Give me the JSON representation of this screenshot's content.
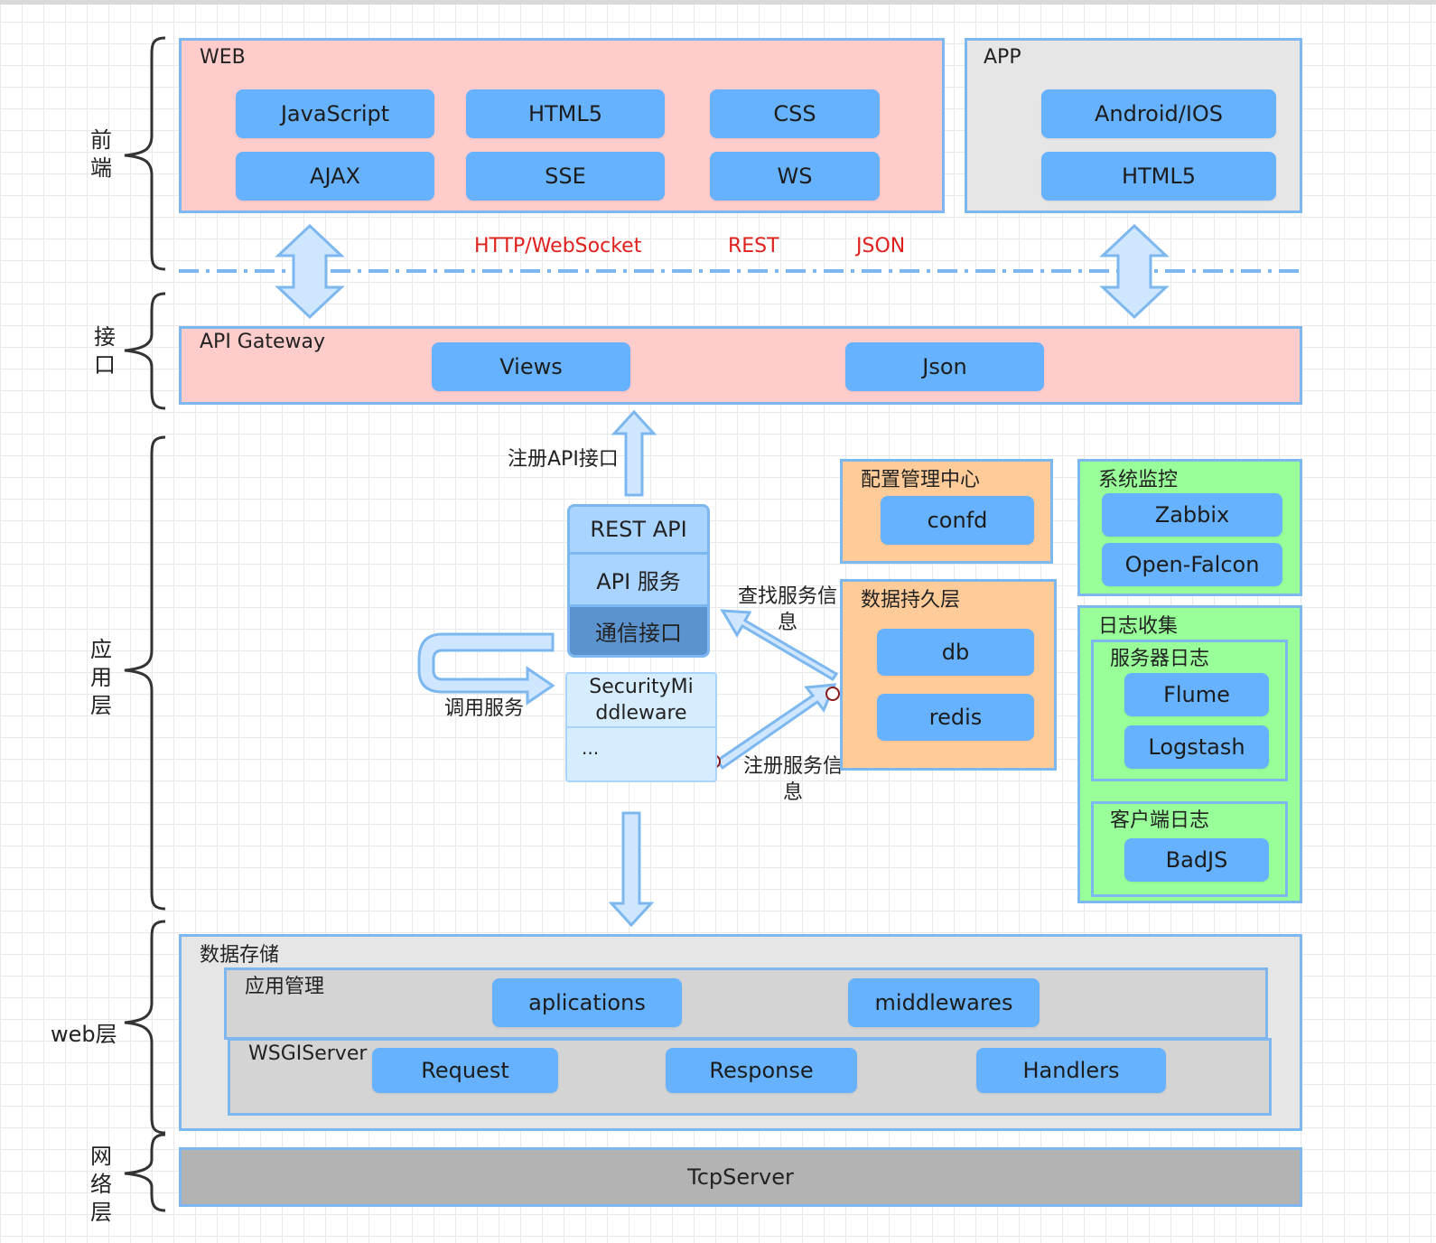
{
  "side_labels": {
    "frontend": "前\n端",
    "interface": "接\n口",
    "application": "应\n用\n层",
    "web": "web层",
    "network": "网\n络\n层"
  },
  "web_panel": {
    "title": "WEB",
    "chips": [
      "JavaScript",
      "HTML5",
      "CSS",
      "AJAX",
      "SSE",
      "WS"
    ]
  },
  "app_panel": {
    "title": "APP",
    "chips": [
      "Android/IOS",
      "HTML5"
    ]
  },
  "protocols": [
    "HTTP/WebSocket",
    "REST",
    "JSON"
  ],
  "gateway": {
    "title": "API Gateway",
    "chips": [
      "Views",
      "Json"
    ]
  },
  "register_api_label": "注册API接口",
  "service_stack": {
    "top": [
      "REST API",
      "API 服务",
      "通信接口"
    ],
    "bottom": [
      "SecurityMi\nddleware",
      "..."
    ]
  },
  "call_service_label": "调用服务",
  "find_service_label": "查找服务信\n息",
  "register_service_label": "注册服务信\n息",
  "config_center": {
    "title": "配置管理中心",
    "chips": [
      "confd"
    ]
  },
  "persistence": {
    "title": "数据持久层",
    "chips": [
      "db",
      "redis"
    ]
  },
  "monitoring": {
    "title": "系统监控",
    "chips": [
      "Zabbix",
      "Open-Falcon"
    ]
  },
  "logs": {
    "title": "日志收集",
    "server_logs": {
      "title": "服务器日志",
      "chips": [
        "Flume",
        "Logstash"
      ]
    },
    "client_logs": {
      "title": "客户端日志",
      "chips": [
        "BadJS"
      ]
    }
  },
  "data_storage": {
    "title": "数据存储",
    "app_mgmt": {
      "title": "应用管理",
      "chips": [
        "aplications",
        "middlewares"
      ]
    },
    "wsgi": {
      "title": "WSGIServer",
      "chips": [
        "Request",
        "Response",
        "Handlers"
      ]
    }
  },
  "tcp_server": "TcpServer",
  "colors": {
    "chip": "#66b2ff",
    "border": "#7db7ef",
    "pink": "#ffcccc",
    "orange": "#ffcc99",
    "green": "#99ff99",
    "protocol_text": "#e0201d"
  }
}
